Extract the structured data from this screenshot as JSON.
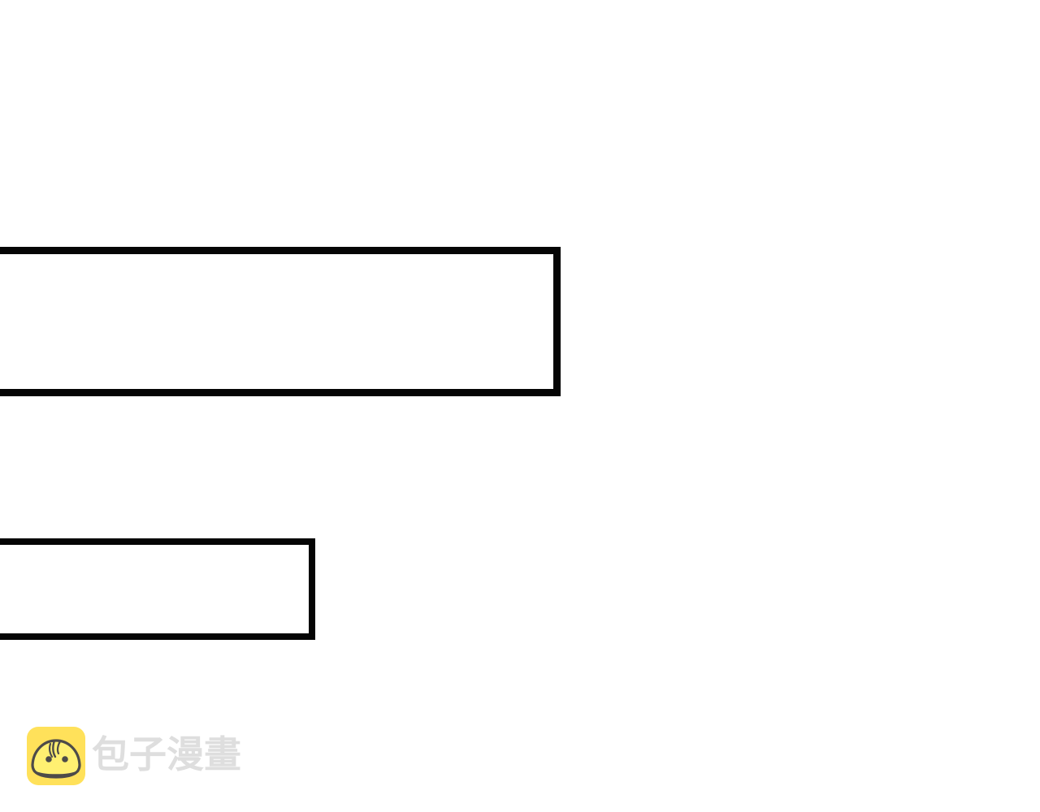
{
  "watermark": {
    "text": "包子漫畫",
    "icon": "steamed-bun-icon",
    "colors": {
      "icon_bg": "#ffe15a",
      "bun": "#fff071",
      "outline": "#4d4b49",
      "text": "#dedede"
    }
  },
  "panels": [
    {
      "name": "large-empty-panel",
      "border_color": "#050505",
      "fill": "#ffffff"
    },
    {
      "name": "small-empty-panel",
      "border_color": "#050505",
      "fill": "#ffffff"
    }
  ]
}
